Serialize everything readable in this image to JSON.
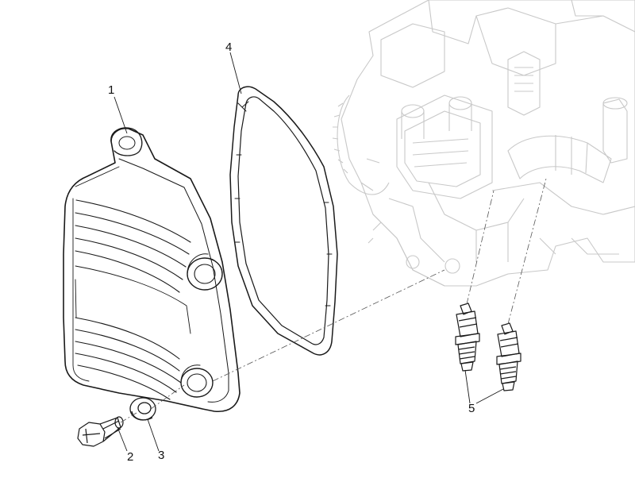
{
  "callouts": [
    {
      "id": "1",
      "label": "1"
    },
    {
      "id": "2",
      "label": "2"
    },
    {
      "id": "3",
      "label": "3"
    },
    {
      "id": "4",
      "label": "4"
    },
    {
      "id": "5",
      "label": "5"
    }
  ],
  "colors": {
    "ink": "#1a1a1a",
    "ghost": "#c8c8c8",
    "leader": "#555555"
  }
}
